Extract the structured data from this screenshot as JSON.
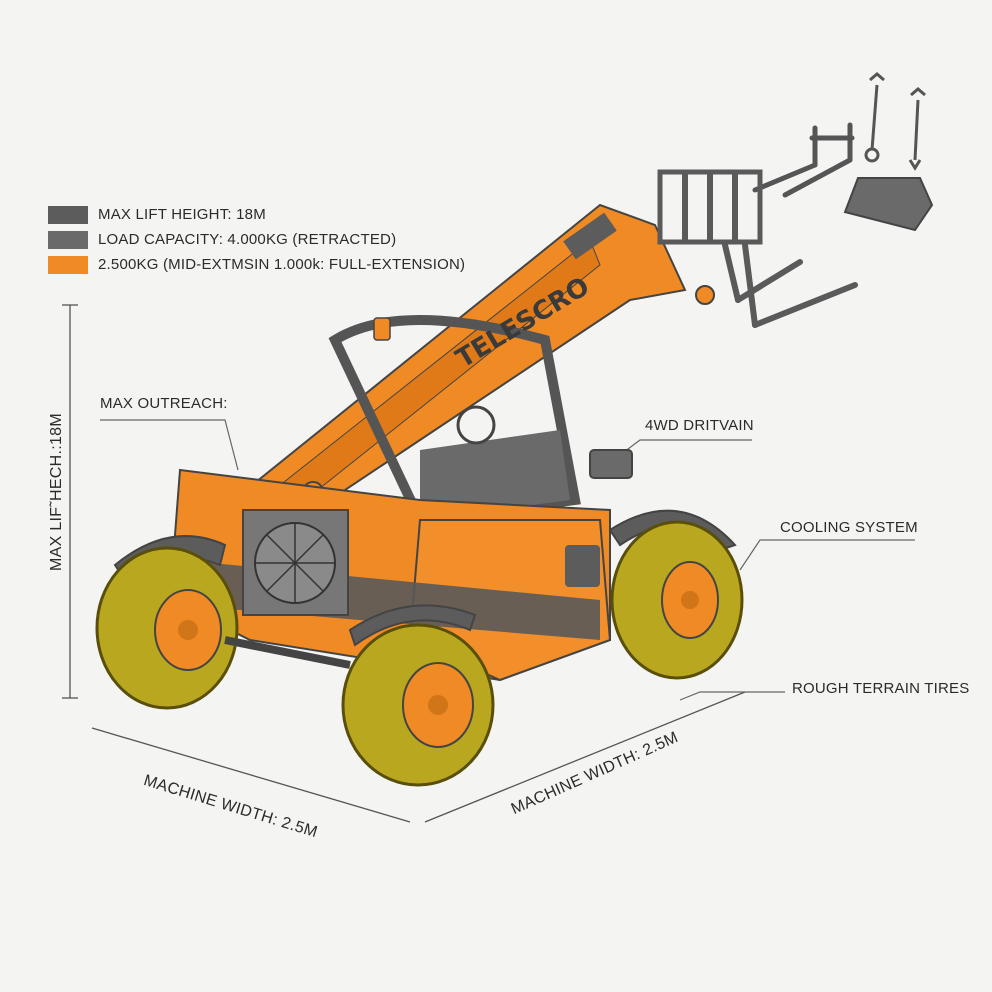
{
  "colors": {
    "accent_orange": "#f08a24",
    "dark_gray": "#5c5c5c",
    "mid_gray": "#6a6a6a",
    "tire_olive": "#b9a81f",
    "line": "#444444"
  },
  "legend": [
    {
      "swatch": "#5c5c5c",
      "text": "MAX LIFT HEIGHT: 18M"
    },
    {
      "swatch": "#6a6a6a",
      "text": "LOAD CAPACITY: 4.000KG (RETRACTED)"
    },
    {
      "swatch": "#f08a24",
      "text": "2.500KG (MID-EXTMSIN 1.000k: FULL-EXTENSION)"
    }
  ],
  "callouts": {
    "max_outreach": "MAX OUTREACH:",
    "drivetrain": "4WD DRITVAIN",
    "cooling": "COOLING SYSTEM",
    "tires": "ROUGH TERRAIN TIRES"
  },
  "dimensions": {
    "height_label": "MAX LIF˜HECH.:18M",
    "width_left": "MACHINE WIDTH: 2.5M",
    "width_right": "MACHINE WIDTH: 2.5M"
  },
  "brand": "TELESCRO",
  "icons": [
    "wrench-icon",
    "spanner-icon",
    "pallet-fork-icon",
    "bucket-icon"
  ]
}
